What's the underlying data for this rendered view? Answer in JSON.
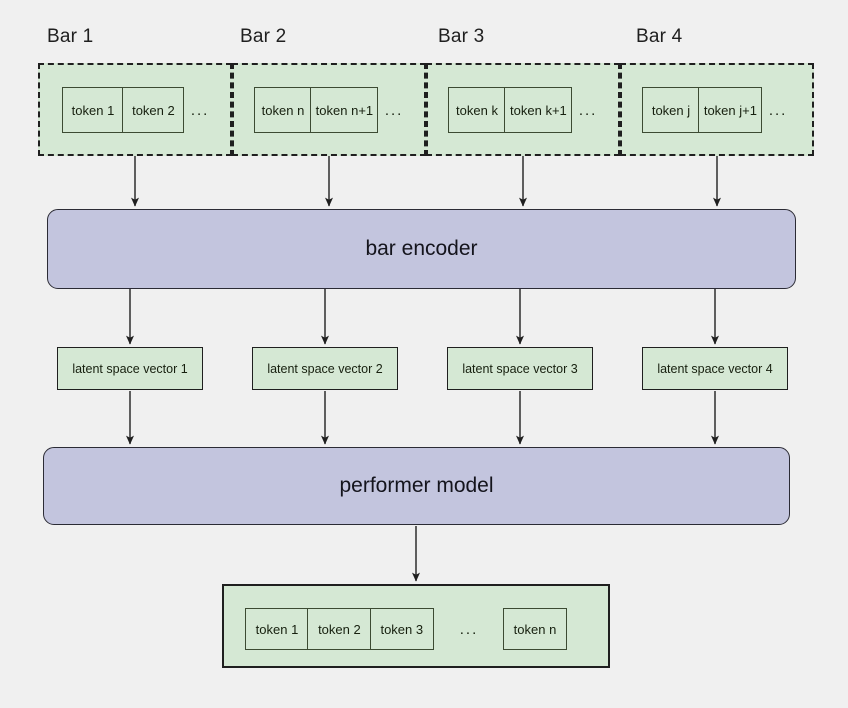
{
  "diagram": {
    "title_labels": [
      "Bar 1",
      "Bar 2",
      "Bar 3",
      "Bar 4"
    ],
    "colors": {
      "background": "#f0f0f0",
      "green_fill": "#d5e8d4",
      "green_stroke": "#3c4a32",
      "purple_fill": "#c3c5de",
      "purple_stroke": "#2b2b35",
      "line": "#1f1f1f"
    },
    "bars": [
      {
        "label": "Bar 1",
        "tokens": [
          "token 1",
          "token 2"
        ],
        "ellipsis": "..."
      },
      {
        "label": "Bar 2",
        "tokens": [
          "token n",
          "token n+1"
        ],
        "ellipsis": "..."
      },
      {
        "label": "Bar 3",
        "tokens": [
          "token k",
          "token k+1"
        ],
        "ellipsis": "..."
      },
      {
        "label": "Bar 4",
        "tokens": [
          "token j",
          "token j+1"
        ],
        "ellipsis": "..."
      }
    ],
    "encoder": {
      "label": "bar encoder"
    },
    "latent_vectors": [
      {
        "label": "latent space vector 1"
      },
      {
        "label": "latent space vector 2"
      },
      {
        "label": "latent space vector 3"
      },
      {
        "label": "latent space vector 4"
      }
    ],
    "performer": {
      "label": "performer model"
    },
    "output": {
      "tokens": [
        "token 1",
        "token 2",
        "token 3"
      ],
      "ellipsis": "...",
      "last_token": "token n"
    }
  }
}
